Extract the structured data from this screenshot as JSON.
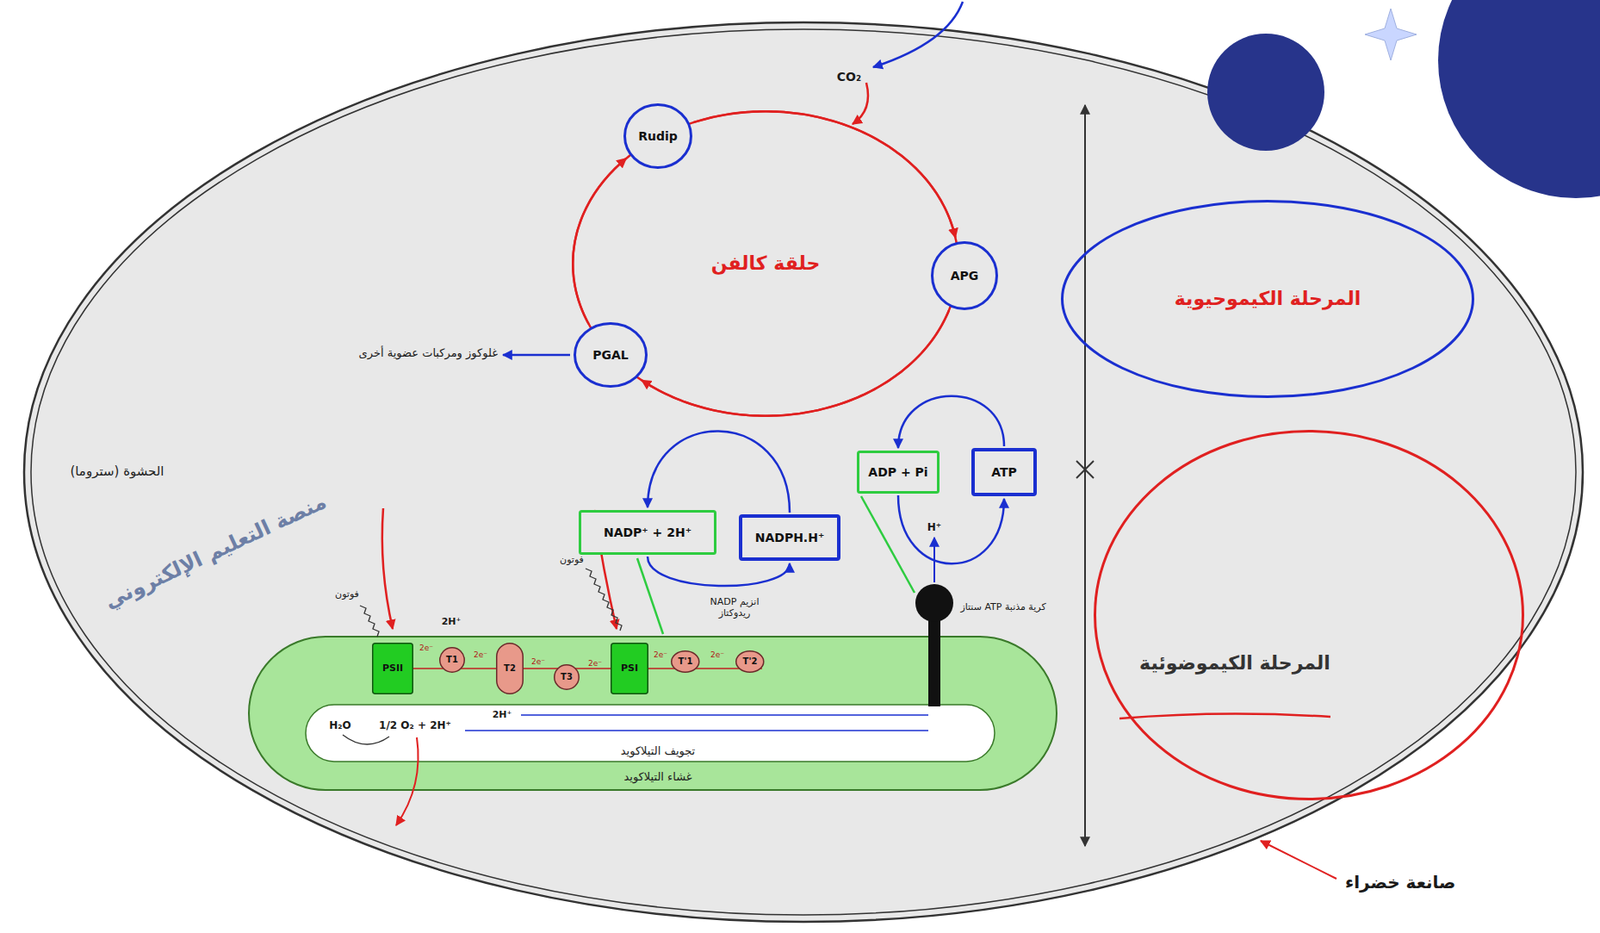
{
  "diagram": {
    "nodes": [
      {
        "text": [
          "الحشوة (ستروما)"
        ]
      },
      {
        "text": [
          "حلقة كالفن"
        ],
        "in": 0
      },
      {
        "text": [
          "Rudip"
        ],
        "in": 0
      },
      {
        "text": [
          "APG"
        ],
        "in": 0
      },
      {
        "text": [
          "PGAL"
        ],
        "in": 0
      },
      {
        "text": [
          "NADP⁺ + 2H⁺"
        ],
        "in": 0
      },
      {
        "text": [
          "NADPH.H⁺"
        ],
        "in": 0
      },
      {
        "text": [
          "ADP + Pi"
        ],
        "in": 0
      },
      {
        "text": [
          "ATP"
        ],
        "in": 0
      },
      {
        "text": [
          "تجويف التيلاكويد",
          "غشاء التيلاكويد"
        ],
        "in": 0
      },
      {
        "text": [
          "PSII"
        ],
        "in": 9
      },
      {
        "text": [
          "T1"
        ],
        "in": 9
      },
      {
        "text": [
          "T2"
        ],
        "in": 9
      },
      {
        "text": [
          "T3"
        ],
        "in": 9
      },
      {
        "text": [
          "PSI"
        ],
        "in": 9
      },
      {
        "text": [
          "T'1"
        ],
        "in": 9
      },
      {
        "text": [
          "T'2"
        ],
        "in": 9
      },
      {
        "text": [
          "المرحلة الكيموحيوية"
        ],
        "in": 0
      },
      {
        "text": [
          "المرحلة الكيموضوئية"
        ],
        "in": 0
      }
    ],
    "edges": [
      {
        "from": 2,
        "to": 3,
        "arrow": "to"
      },
      {
        "from": 3,
        "to": 4,
        "arrow": "to"
      },
      {
        "from": 4,
        "to": 2,
        "arrow": "to"
      },
      {
        "from": 6,
        "to": 5,
        "arrow": "to"
      },
      {
        "from": 5,
        "to": 6,
        "arrow": "to"
      },
      {
        "from": 8,
        "to": 7,
        "arrow": "to"
      },
      {
        "from": 7,
        "to": 8,
        "arrow": "to"
      }
    ],
    "labels": [
      "CO₂",
      "غلوكوز ومركبات عضوية أخرى",
      "H⁺",
      "انزيم NADP ريدوكتاز",
      "كرية مذنبة ATP سنتاز",
      "فوتون",
      "فوتون",
      "2H⁺",
      "2e⁻",
      "2e⁻",
      "2e⁻",
      "2e⁻",
      "2e⁻",
      "2e⁻",
      "2H⁺",
      "H₂O",
      "1/2 O₂ + 2H⁺",
      "صانعة خضراء",
      "منصة التعليم الإلكتروني"
    ]
  }
}
